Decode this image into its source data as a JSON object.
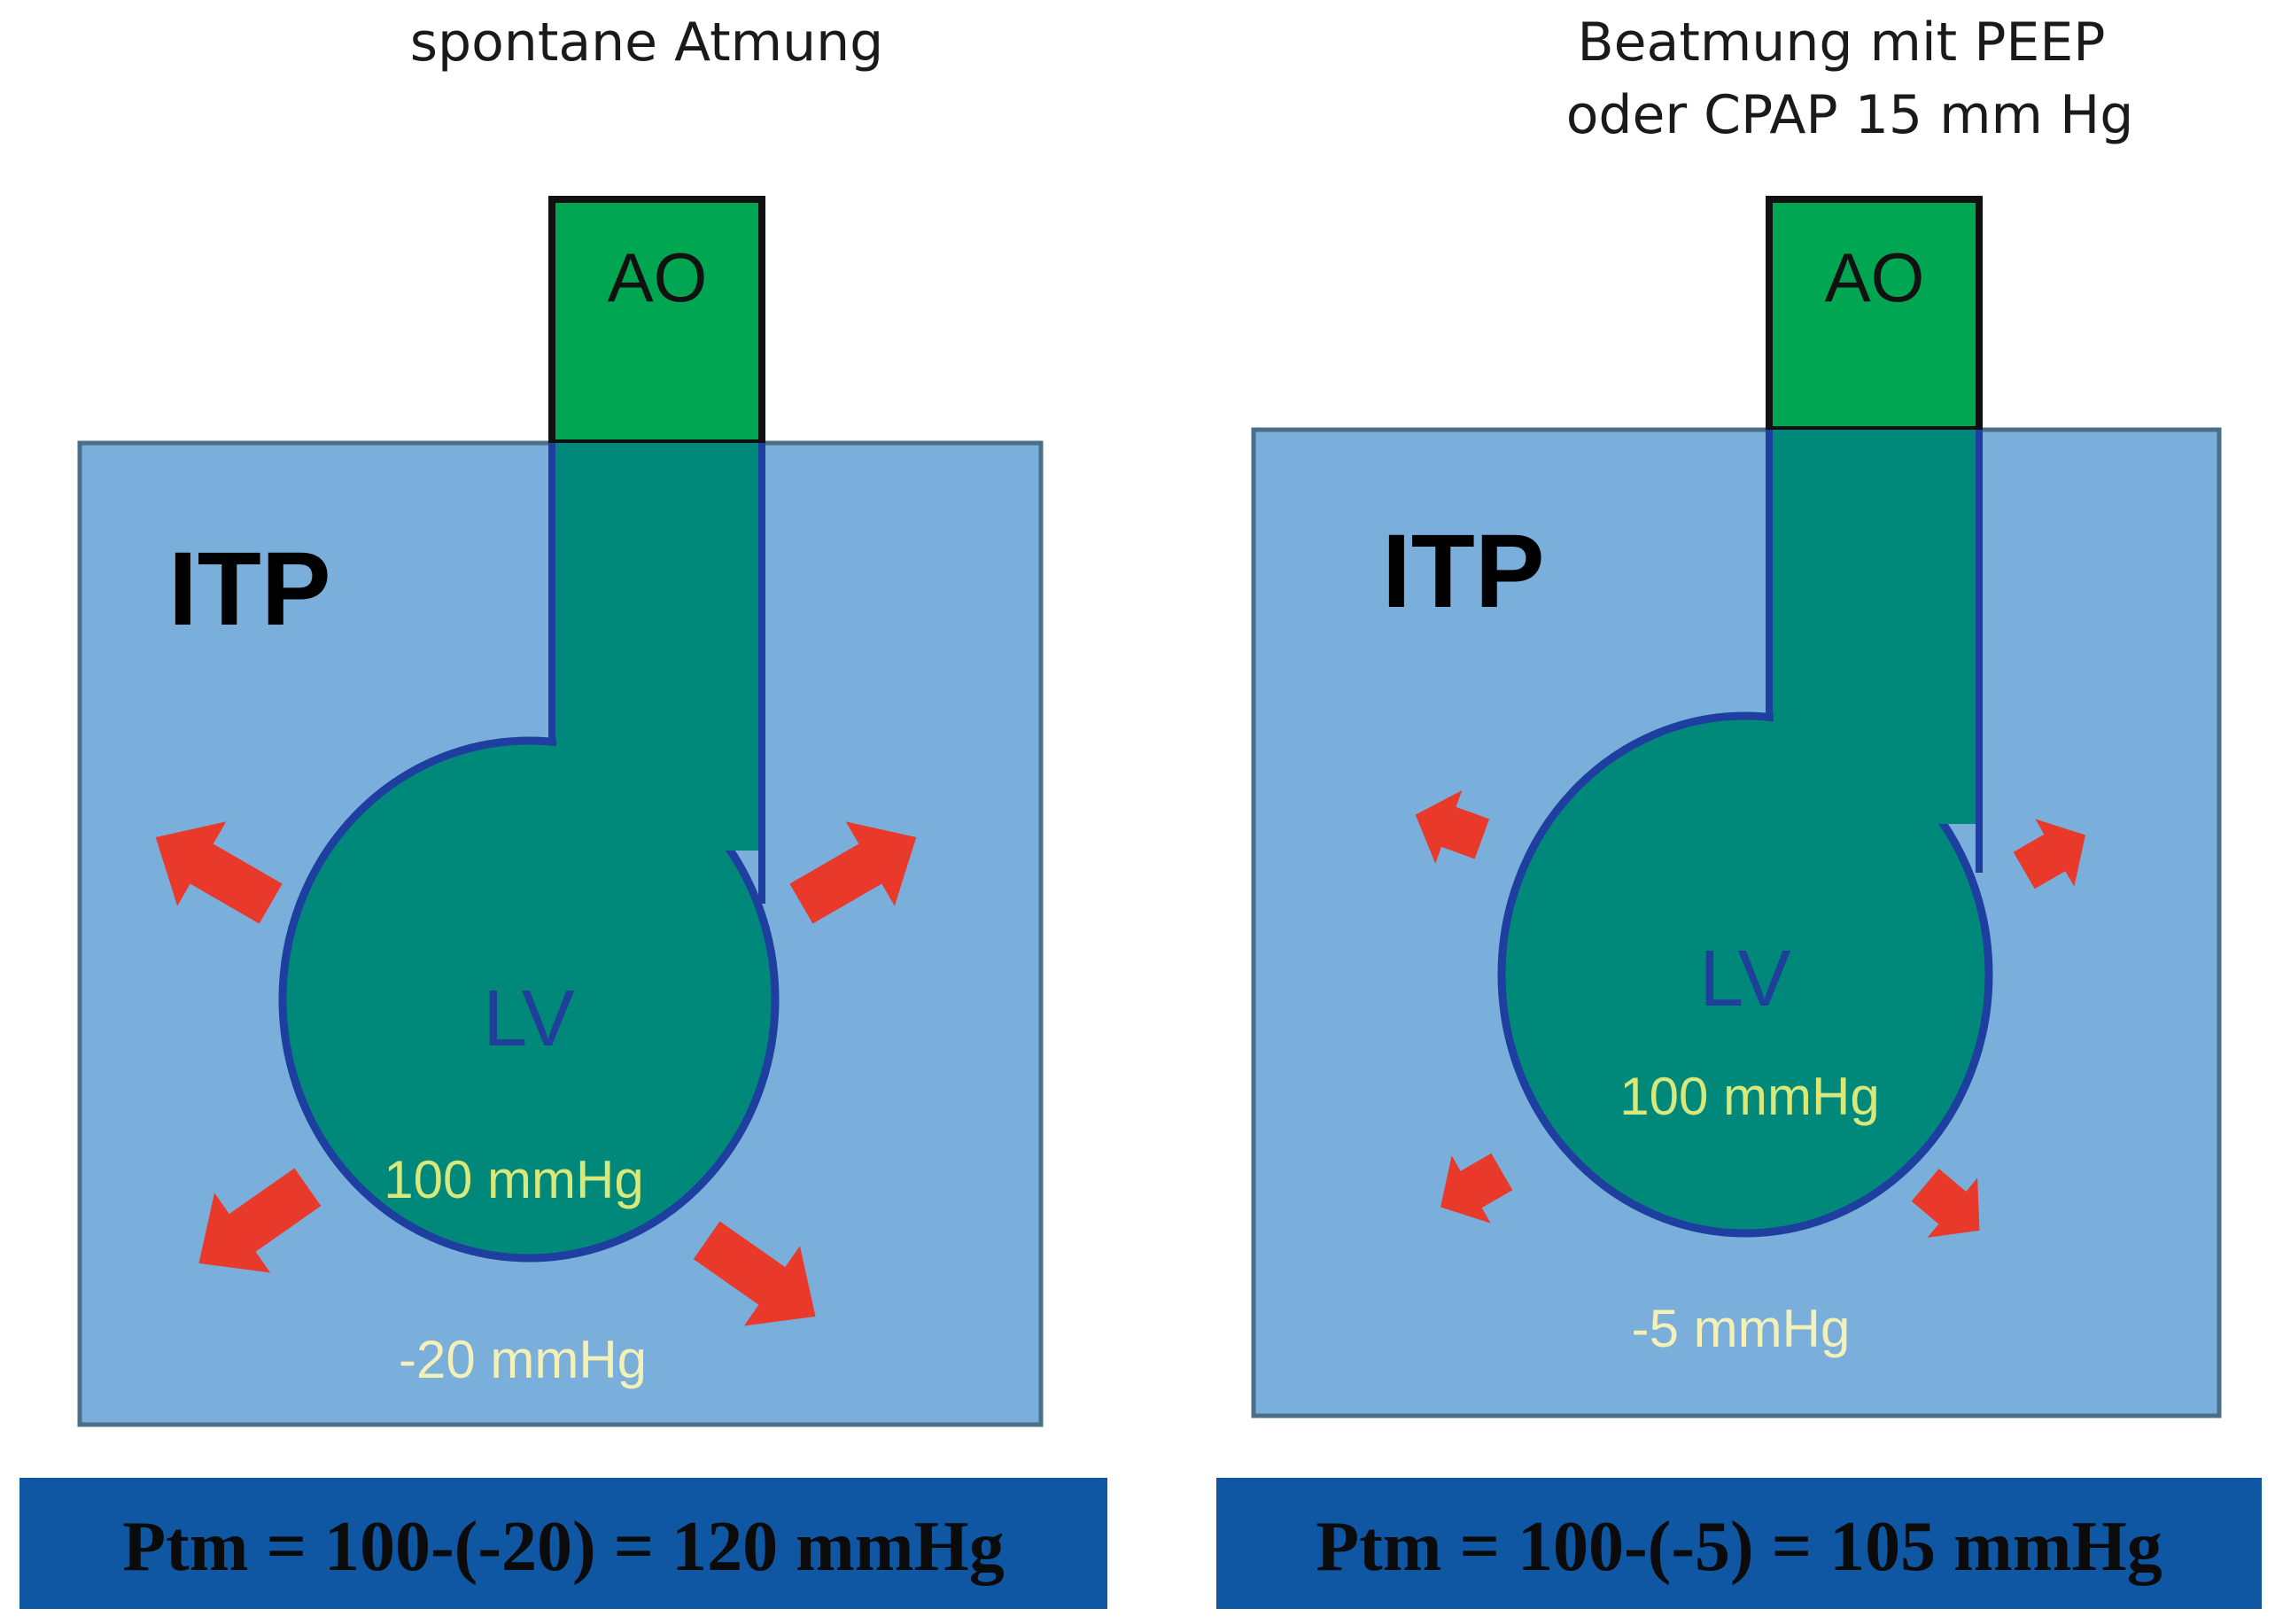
{
  "colors": {
    "thorax_fill": "#7aaedb",
    "thorax_stroke": "#4a6f8a",
    "aorta_outside": "#00a651",
    "aorta_inside": "#00897b",
    "ventricle_fill": "#00897b",
    "ventricle_stroke": "#1e3fa0",
    "arrow": "#e8392b",
    "formula_bar": "#0f57a3"
  },
  "panels": [
    {
      "title_lines": [
        "spontane Atmung"
      ],
      "thorax_label": "ITP",
      "aorta_label": "AO",
      "ventricle_label": "LV",
      "ventricle_pressure": "100 mmHg",
      "intrathoracic_pressure": "-20 mmHg",
      "formula": "Ptm = 100-(-20) = 120 mmHg"
    },
    {
      "title_lines": [
        "Beatmung mit PEEP",
        "oder CPAP 15 mm Hg"
      ],
      "thorax_label": "ITP",
      "aorta_label": "AO",
      "ventricle_label": "LV",
      "ventricle_pressure": "100 mmHg",
      "intrathoracic_pressure": "-5 mmHg",
      "formula": "Ptm = 100-(-5) = 105 mmHg"
    }
  ]
}
